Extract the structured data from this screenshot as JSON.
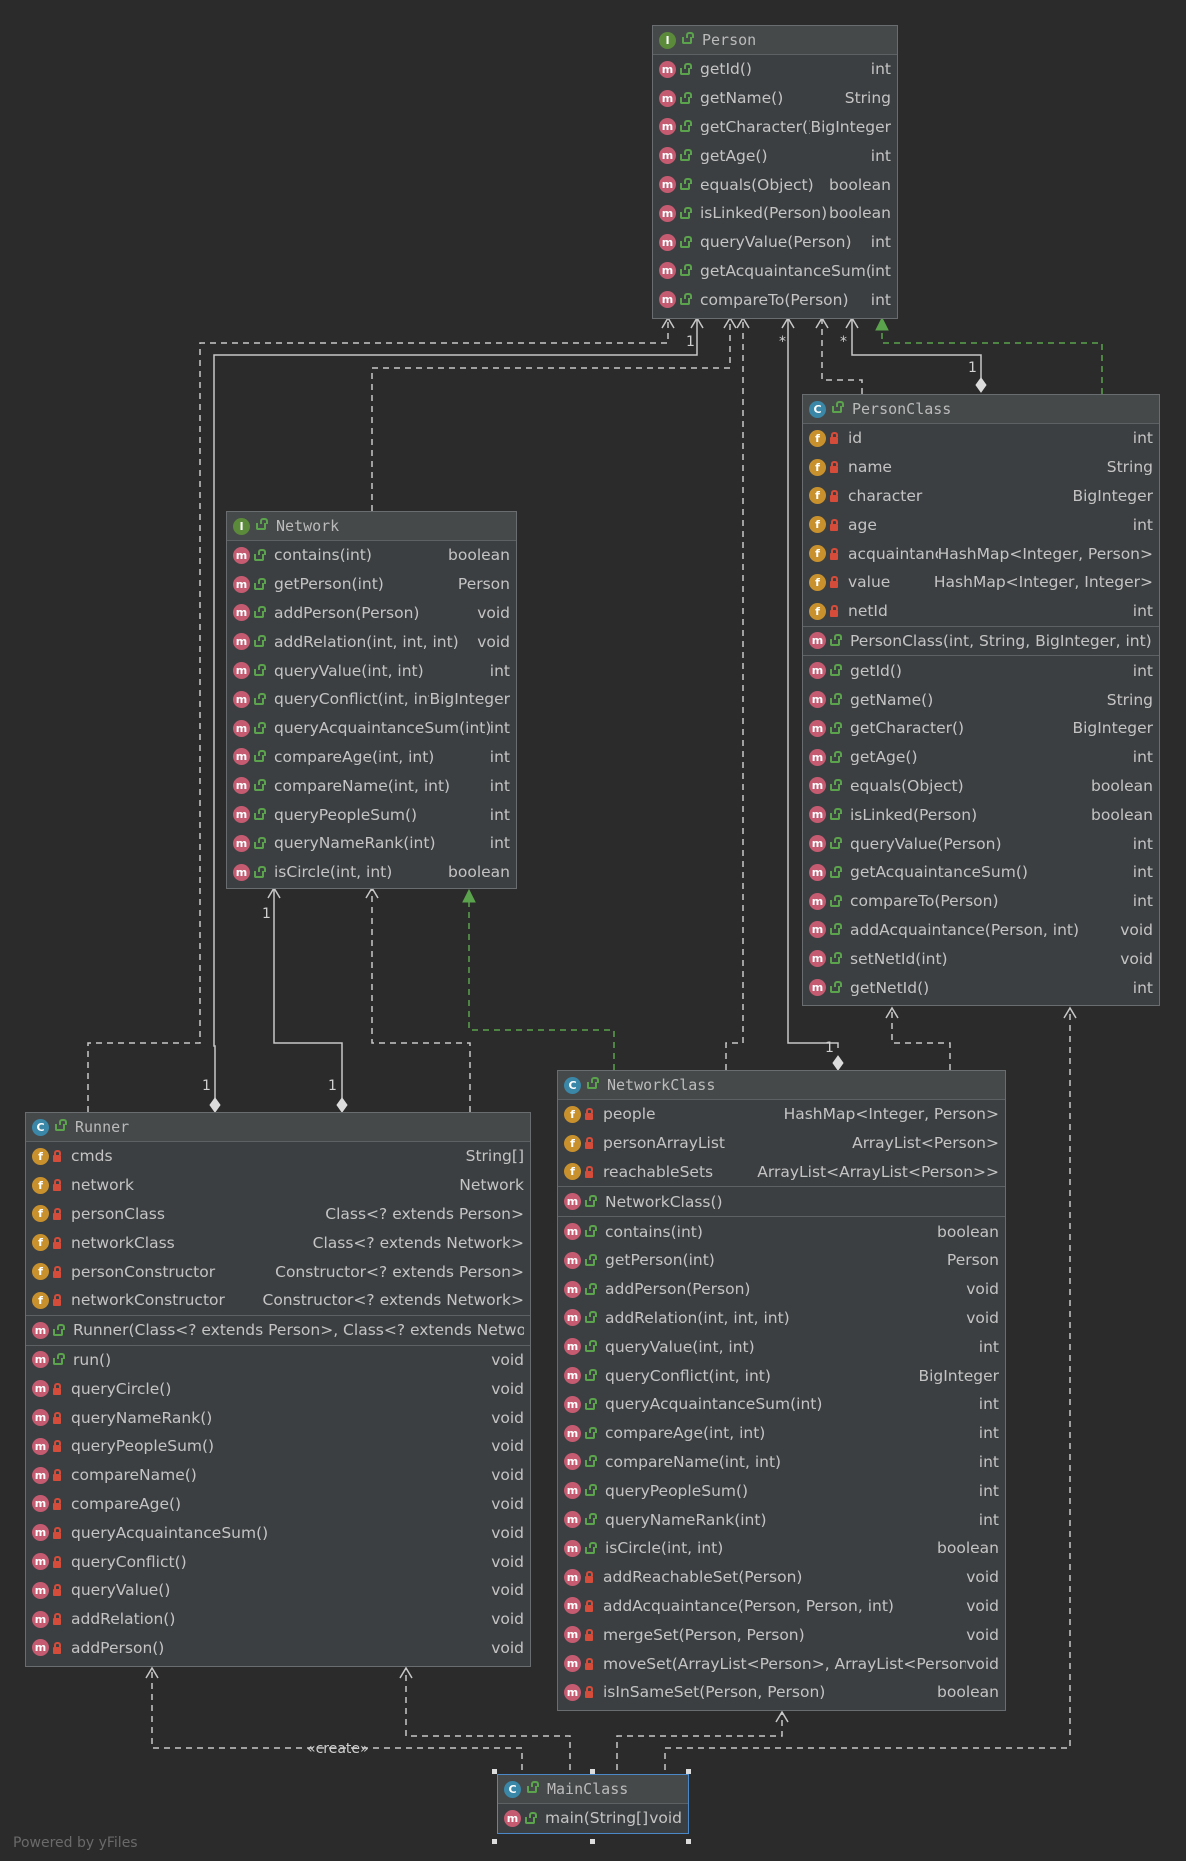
{
  "nodes": {
    "person": {
      "title": "Person",
      "kind": "I",
      "sections": [
        [
          [
            "getId()",
            "int"
          ],
          [
            "getName()",
            "String"
          ],
          [
            "getCharacter()",
            "BigInteger"
          ],
          [
            "getAge()",
            "int"
          ],
          [
            "equals(Object)",
            "boolean"
          ],
          [
            "isLinked(Person)",
            "boolean"
          ],
          [
            "queryValue(Person)",
            "int"
          ],
          [
            "getAcquaintanceSum()",
            "int"
          ],
          [
            "compareTo(Person)",
            "int"
          ]
        ]
      ]
    },
    "network": {
      "title": "Network",
      "kind": "I",
      "sections": [
        [
          [
            "contains(int)",
            "boolean"
          ],
          [
            "getPerson(int)",
            "Person"
          ],
          [
            "addPerson(Person)",
            "void"
          ],
          [
            "addRelation(int, int, int)",
            "void"
          ],
          [
            "queryValue(int, int)",
            "int"
          ],
          [
            "queryConflict(int, int)",
            "BigInteger"
          ],
          [
            "queryAcquaintanceSum(int)",
            "int"
          ],
          [
            "compareAge(int, int)",
            "int"
          ],
          [
            "compareName(int, int)",
            "int"
          ],
          [
            "queryPeopleSum()",
            "int"
          ],
          [
            "queryNameRank(int)",
            "int"
          ],
          [
            "isCircle(int, int)",
            "boolean"
          ]
        ]
      ]
    },
    "personclass": {
      "title": "PersonClass",
      "kind": "C",
      "sections": [
        [
          [
            "id",
            "int"
          ],
          [
            "name",
            "String"
          ],
          [
            "character",
            "BigInteger"
          ],
          [
            "age",
            "int"
          ],
          [
            "acquaintance",
            "HashMap<Integer, Person>"
          ],
          [
            "value",
            "HashMap<Integer, Integer>"
          ],
          [
            "netId",
            "int"
          ]
        ],
        [
          [
            "PersonClass(int, String, BigInteger, int)",
            ""
          ]
        ],
        [
          [
            "getId()",
            "int"
          ],
          [
            "getName()",
            "String"
          ],
          [
            "getCharacter()",
            "BigInteger"
          ],
          [
            "getAge()",
            "int"
          ],
          [
            "equals(Object)",
            "boolean"
          ],
          [
            "isLinked(Person)",
            "boolean"
          ],
          [
            "queryValue(Person)",
            "int"
          ],
          [
            "getAcquaintanceSum()",
            "int"
          ],
          [
            "compareTo(Person)",
            "int"
          ],
          [
            "addAcquaintance(Person, int)",
            "void"
          ],
          [
            "setNetId(int)",
            "void"
          ],
          [
            "getNetId()",
            "int"
          ]
        ]
      ]
    },
    "runner": {
      "title": "Runner",
      "kind": "C",
      "sections": [
        [
          [
            "cmds",
            "String[]"
          ],
          [
            "network",
            "Network"
          ],
          [
            "personClass",
            "Class<? extends Person>"
          ],
          [
            "networkClass",
            "Class<? extends Network>"
          ],
          [
            "personConstructor",
            "Constructor<? extends Person>"
          ],
          [
            "networkConstructor",
            "Constructor<? extends Network>"
          ]
        ],
        [
          [
            "Runner(Class<? extends Person>, Class<? extends Network>)",
            ""
          ]
        ],
        [
          [
            "run()",
            "void"
          ],
          [
            "queryCircle()",
            "void"
          ],
          [
            "queryNameRank()",
            "void"
          ],
          [
            "queryPeopleSum()",
            "void"
          ],
          [
            "compareName()",
            "void"
          ],
          [
            "compareAge()",
            "void"
          ],
          [
            "queryAcquaintanceSum()",
            "void"
          ],
          [
            "queryConflict()",
            "void"
          ],
          [
            "queryValue()",
            "void"
          ],
          [
            "addRelation()",
            "void"
          ],
          [
            "addPerson()",
            "void"
          ]
        ]
      ]
    },
    "networkclass": {
      "title": "NetworkClass",
      "kind": "C",
      "sections": [
        [
          [
            "people",
            "HashMap<Integer, Person>"
          ],
          [
            "personArrayList",
            "ArrayList<Person>"
          ],
          [
            "reachableSets",
            "ArrayList<ArrayList<Person>>"
          ]
        ],
        [
          [
            "NetworkClass()",
            ""
          ]
        ],
        [
          [
            "contains(int)",
            "boolean"
          ],
          [
            "getPerson(int)",
            "Person"
          ],
          [
            "addPerson(Person)",
            "void"
          ],
          [
            "addRelation(int, int, int)",
            "void"
          ],
          [
            "queryValue(int, int)",
            "int"
          ],
          [
            "queryConflict(int, int)",
            "BigInteger"
          ],
          [
            "queryAcquaintanceSum(int)",
            "int"
          ],
          [
            "compareAge(int, int)",
            "int"
          ],
          [
            "compareName(int, int)",
            "int"
          ],
          [
            "queryPeopleSum()",
            "int"
          ],
          [
            "queryNameRank(int)",
            "int"
          ],
          [
            "isCircle(int, int)",
            "boolean"
          ],
          [
            "addReachableSet(Person)",
            "void"
          ],
          [
            "addAcquaintance(Person, Person, int)",
            "void"
          ],
          [
            "mergeSet(Person, Person)",
            "void"
          ],
          [
            "moveSet(ArrayList<Person>, ArrayList<Person>)",
            "void"
          ],
          [
            "isInSameSet(Person, Person)",
            "boolean"
          ]
        ]
      ]
    },
    "mainclass": {
      "title": "MainClass",
      "kind": "C",
      "sections": [
        [
          [
            "main(String[])",
            "void"
          ]
        ]
      ]
    }
  },
  "edge_labels": {
    "one": "1",
    "many": "*",
    "create": "«create»"
  },
  "footer": "Powered by yFiles",
  "colors": {
    "background": "#2b2b2b",
    "node": "#3c3f41",
    "edge": "#c8c8c8",
    "realization": "#5ba34c",
    "method_icon": "#c45b71",
    "field_icon": "#c8912e"
  }
}
